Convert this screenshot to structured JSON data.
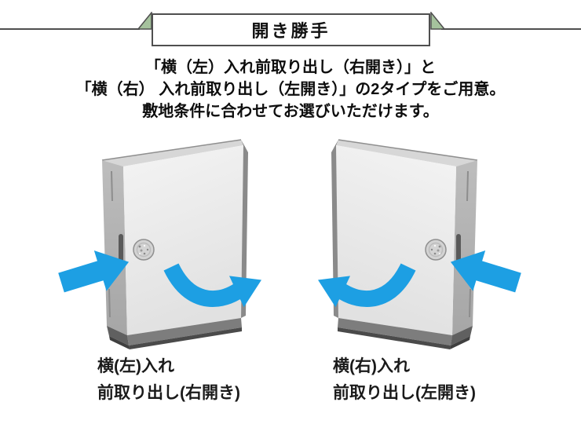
{
  "banner": {
    "title": "開き勝手"
  },
  "description": {
    "lines": [
      "「横（左）入れ前取り出し（右開き）」と",
      "「横（右） 入れ前取り出し（左開き）」の2タイプをご用意。",
      "敷地条件に合わせてお選びいただけます。"
    ]
  },
  "products": [
    {
      "position": "left",
      "label_lines": [
        "横(左)入れ",
        "前取り出し(右開き)"
      ]
    },
    {
      "position": "right",
      "label_lines": [
        "横(右)入れ",
        "前取り出し(左開き)"
      ]
    }
  ],
  "colors": {
    "arrow_blue": "#1d9fe3",
    "ribbon_green": "#a5c29d",
    "rule_gray": "#4f4f4f"
  }
}
